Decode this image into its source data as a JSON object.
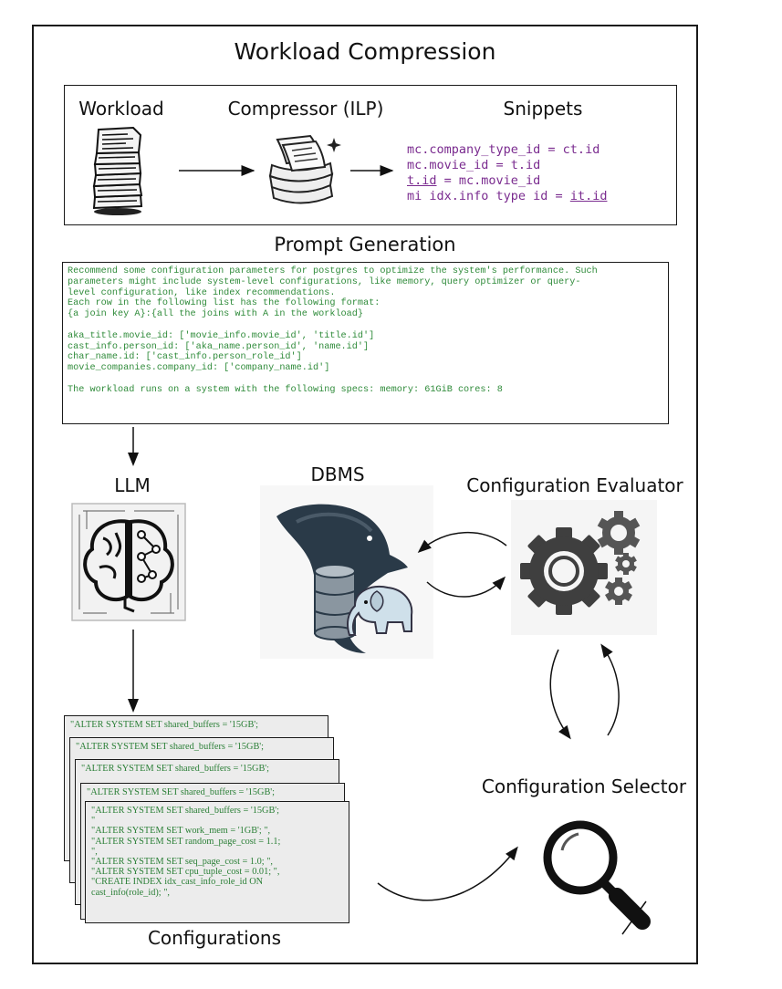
{
  "title": "Workload Compression",
  "workload": {
    "label_workload": "Workload",
    "label_compressor": "Compressor (ILP)",
    "label_snippets": "Snippets",
    "snippets": [
      {
        "a": "",
        "au": "",
        "b": "mc.company_type_id = ct.id",
        "bu": ""
      },
      {
        "a": "",
        "au": "",
        "b": "mc.movie_id = t.id",
        "bu": ""
      },
      {
        "a": "",
        "au": "t.id",
        "b": " = mc.movie_id",
        "bu": ""
      },
      {
        "a": "mi idx.info type id = ",
        "au": "",
        "b": "",
        "bu": "it.id"
      }
    ]
  },
  "prompt": {
    "title": "Prompt Generation",
    "lines": [
      "Recommend some configuration parameters for postgres to optimize the system's performance. Such",
      "parameters might include system-level configurations, like memory, query optimizer or query-",
      "level configuration, like index recommendations.",
      "Each row in the following list has the following format:",
      "{a join key A}:{all the joins with A in the workload}",
      "",
      "aka_title.movie_id: ['movie_info.movie_id', 'title.id']",
      "cast_info.person_id: ['aka_name.person_id', 'name.id']",
      "char_name.id: ['cast_info.person_role_id']",
      "movie_companies.company_id: ['company_name.id']",
      "",
      "The workload runs on a system with the following specs: memory: 61GiB cores: 8"
    ]
  },
  "labels": {
    "llm": "LLM",
    "dbms": "DBMS",
    "evaluator": "Configuration Evaluator",
    "selector": "Configuration Selector",
    "configurations": "Configurations"
  },
  "configs": {
    "back_line": "\"ALTER SYSTEM SET shared_buffers = '15GB';",
    "front_lines": [
      "\"ALTER SYSTEM SET shared_buffers = '15GB';",
      "\"",
      "\"ALTER SYSTEM SET work_mem = '1GB'; \",",
      "\"ALTER SYSTEM SET random_page_cost = 1.1;",
      "\",",
      "\"ALTER SYSTEM SET seq_page_cost = 1.0; \",",
      "\"ALTER SYSTEM SET cpu_tuple_cost = 0.01; \",",
      "\"CREATE INDEX idx_cast_info_role_id ON",
      "cast_info(role_id); \","
    ]
  }
}
